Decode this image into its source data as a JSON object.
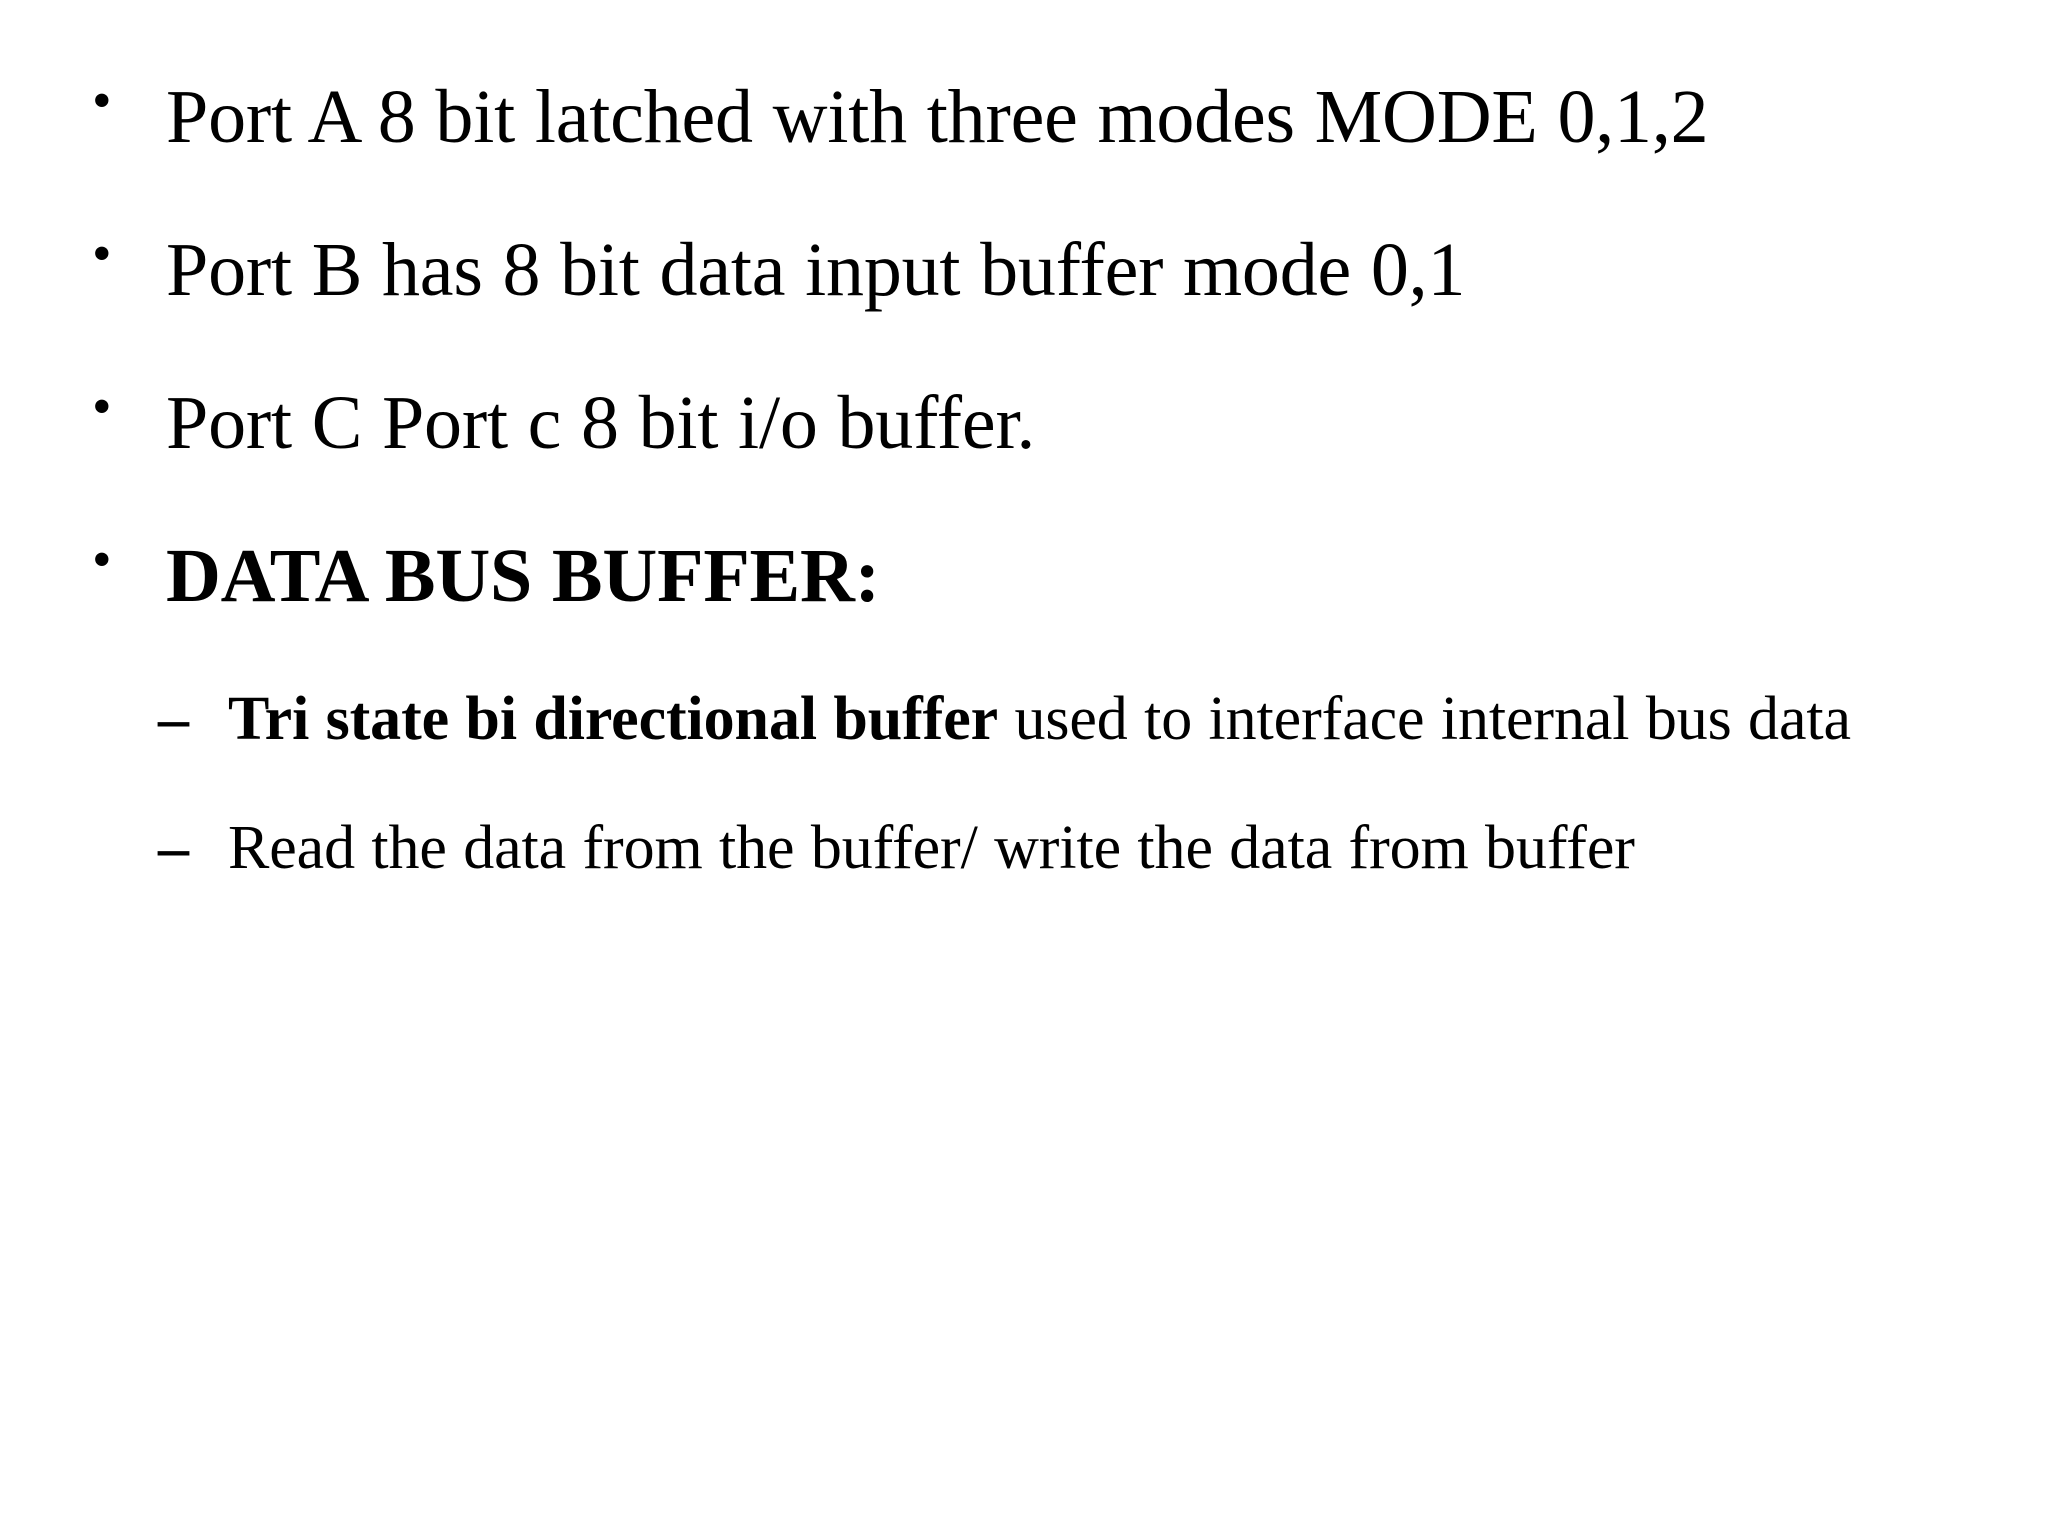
{
  "slide": {
    "background_color": "#ffffff",
    "text_color": "#000000",
    "bullet_glyph": "•",
    "dash_glyph": "–",
    "content": [
      {
        "level": 1,
        "bold": false,
        "text": "Port A 8 bit latched with three modes MODE 0,1,2"
      },
      {
        "level": 1,
        "bold": false,
        "text": "Port B has 8 bit data input buffer mode 0,1"
      },
      {
        "level": 1,
        "bold": false,
        "text": "Port C Port c 8 bit i/o buffer."
      },
      {
        "level": 1,
        "bold": true,
        "text": "DATA BUS BUFFER:"
      },
      {
        "level": 2,
        "bold_prefix": "Tri state bi directional buffer",
        "rest": " used to interface internal bus data"
      },
      {
        "level": 2,
        "bold_prefix": "",
        "rest": "Read the data from the buffer/ write the data from buffer"
      }
    ]
  }
}
